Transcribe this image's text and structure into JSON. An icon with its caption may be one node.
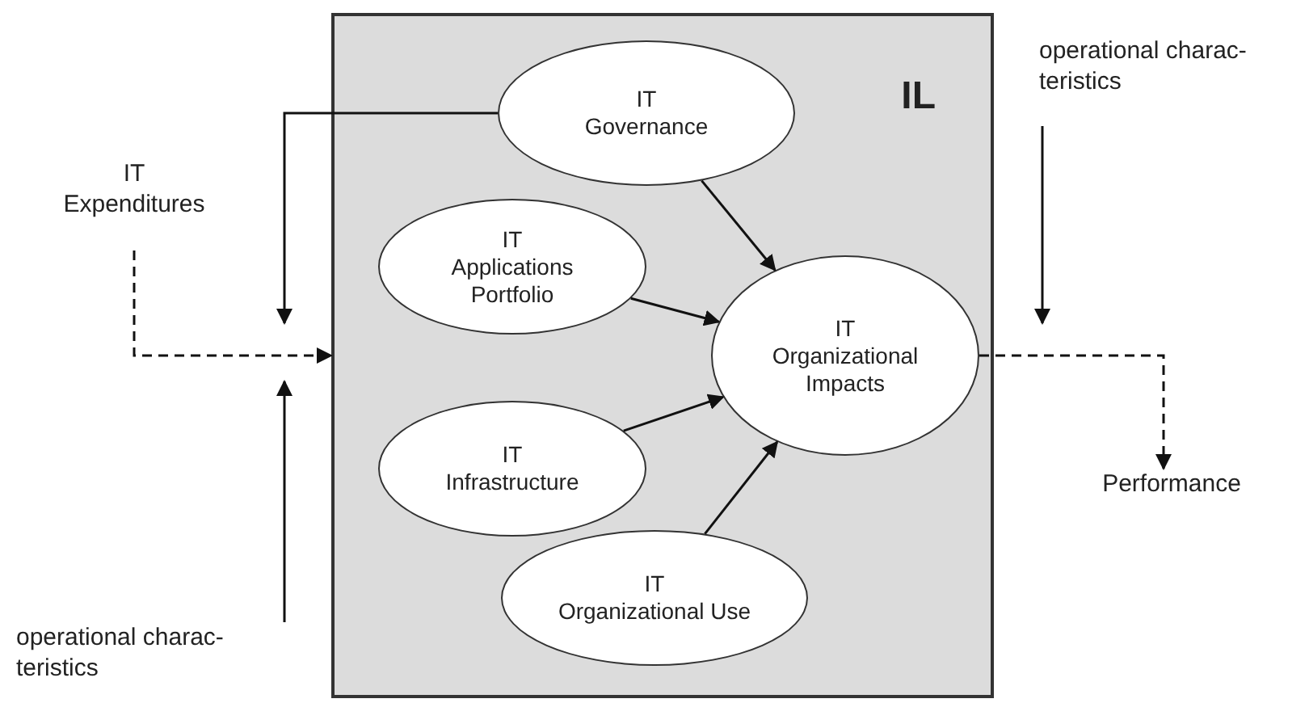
{
  "diagram": {
    "nodes": [
      {
        "text": [
          "IL"
        ]
      },
      {
        "text": [
          "IT",
          "Governance"
        ],
        "in": 0
      },
      {
        "text": [
          "IT",
          "Applications Portfolio"
        ],
        "in": 0
      },
      {
        "text": [
          "IT",
          "Organizational Impacts"
        ],
        "in": 0
      },
      {
        "text": [
          "IT",
          "Infrastructure"
        ],
        "in": 0
      },
      {
        "text": [
          "IT",
          "Organizational Use"
        ],
        "in": 0
      },
      {
        "text": [
          "IT Expenditures"
        ]
      },
      {
        "text": [
          "operational charac- teristics"
        ]
      },
      {
        "text": [
          "operational charac- teristics"
        ]
      },
      {
        "text": [
          "Performance"
        ]
      }
    ],
    "edges": [
      {
        "from": 1,
        "to": null,
        "arrow": "to"
      },
      {
        "from": 6,
        "to": 0,
        "arrow": "to",
        "style": "dashed"
      },
      {
        "from": 7,
        "to": null,
        "arrow": "to"
      },
      {
        "from": 8,
        "to": null,
        "arrow": "to"
      },
      {
        "from": 3,
        "to": 9,
        "arrow": "to",
        "style": "dashed"
      },
      {
        "from": 1,
        "to": 3,
        "arrow": "to"
      },
      {
        "from": 2,
        "to": 3,
        "arrow": "to"
      },
      {
        "from": 4,
        "to": 3,
        "arrow": "to"
      },
      {
        "from": 5,
        "to": 3,
        "arrow": "to"
      }
    ]
  }
}
